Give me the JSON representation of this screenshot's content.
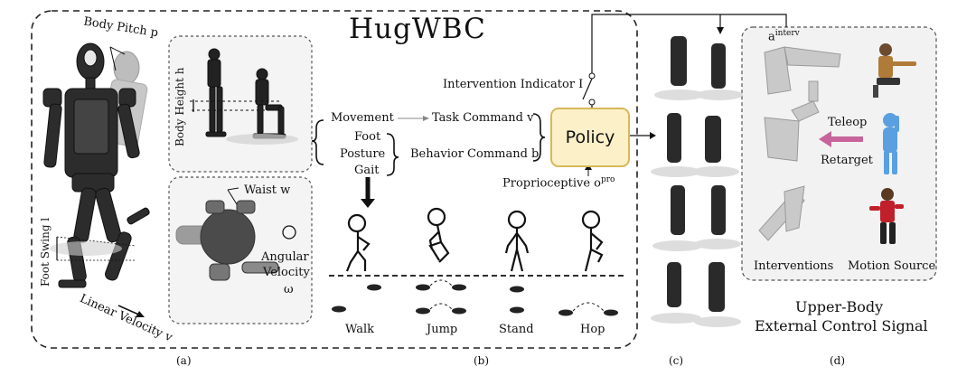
{
  "title": "HugWBC",
  "panel_a": {
    "body_pitch": "Body Pitch p",
    "body_height": "Body Height h",
    "waist": "Waist w",
    "angular_velocity_1": "Angular",
    "angular_velocity_2": "Velocity",
    "angular_symbol": "ω",
    "foot_swing": "Foot Swing l",
    "linear_velocity": "Linear Velocity v",
    "caption": "(a)"
  },
  "panel_b": {
    "movement": "Movement",
    "foot": "Foot",
    "posture": "Posture",
    "gait": "Gait",
    "task_command": "Task Command v",
    "behavior_command": "Behavior Command b",
    "intervention_indicator": "Intervention Indicator I",
    "policy": "Policy",
    "proprioceptive": "Proprioceptive o",
    "proprioceptive_sup": "pro",
    "gaits": [
      "Walk",
      "Jump",
      "Stand",
      "Hop"
    ],
    "caption": "(b)"
  },
  "panel_c": {
    "caption": "(c)"
  },
  "panel_d": {
    "a_interv": "a",
    "a_interv_sup": "interv",
    "teleop": "Teleop",
    "retarget": "Retarget",
    "interventions": "Interventions",
    "motion_source": "Motion Source",
    "signal_line1": "Upper-Body",
    "signal_line2": "External Control Signal",
    "caption": "(d)"
  },
  "colors": {
    "policy_fill": "#fbf0c8",
    "policy_border": "#d7b85a",
    "retarget_arrow": "#c8649b",
    "human_blue": "#5aa0e0",
    "human_red": "#c0202a"
  }
}
